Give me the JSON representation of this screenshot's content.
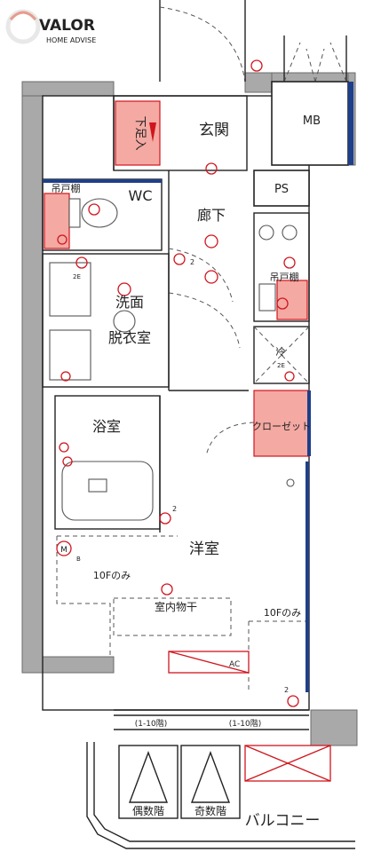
{
  "logo": {
    "brand": "VALOR",
    "tagline": "HOME ADVISE"
  },
  "rooms": {
    "entrance": "玄関",
    "shoe_box": "下足入",
    "mb": "MB",
    "ps": "PS",
    "wc": "WC",
    "hanging_shelf_wc": "吊戸棚",
    "hallway": "廊下",
    "washroom_line1": "洗面",
    "washroom_line2": "脱衣室",
    "hanging_shelf_kitchen": "吊戸棚",
    "fridge": "冷",
    "closet": "クローゼット",
    "bath": "浴室",
    "western_room": "洋室",
    "indoor_drying": "室内物干",
    "only_10f_left": "10Fのみ",
    "only_10f_right": "10Fのみ",
    "ac": "AC",
    "balcony": "バルコニー",
    "even_floor": "偶数階",
    "odd_floor": "奇数階",
    "window_left": "(1-10階)",
    "window_right": "(1-10階)",
    "outlet_2e_a": "2E",
    "outlet_2e_b": "2E",
    "outlet_2_a": "2",
    "outlet_2_b": "2",
    "outlet_2_c": "2",
    "meter": "M",
    "meter_b": "B"
  },
  "colors": {
    "wall_grey": "#a9a9a9",
    "accent_red": "#d0151d",
    "highlight_salmon": "#f4a9a3",
    "balcony_edge_blue": "#1e3f8a"
  }
}
